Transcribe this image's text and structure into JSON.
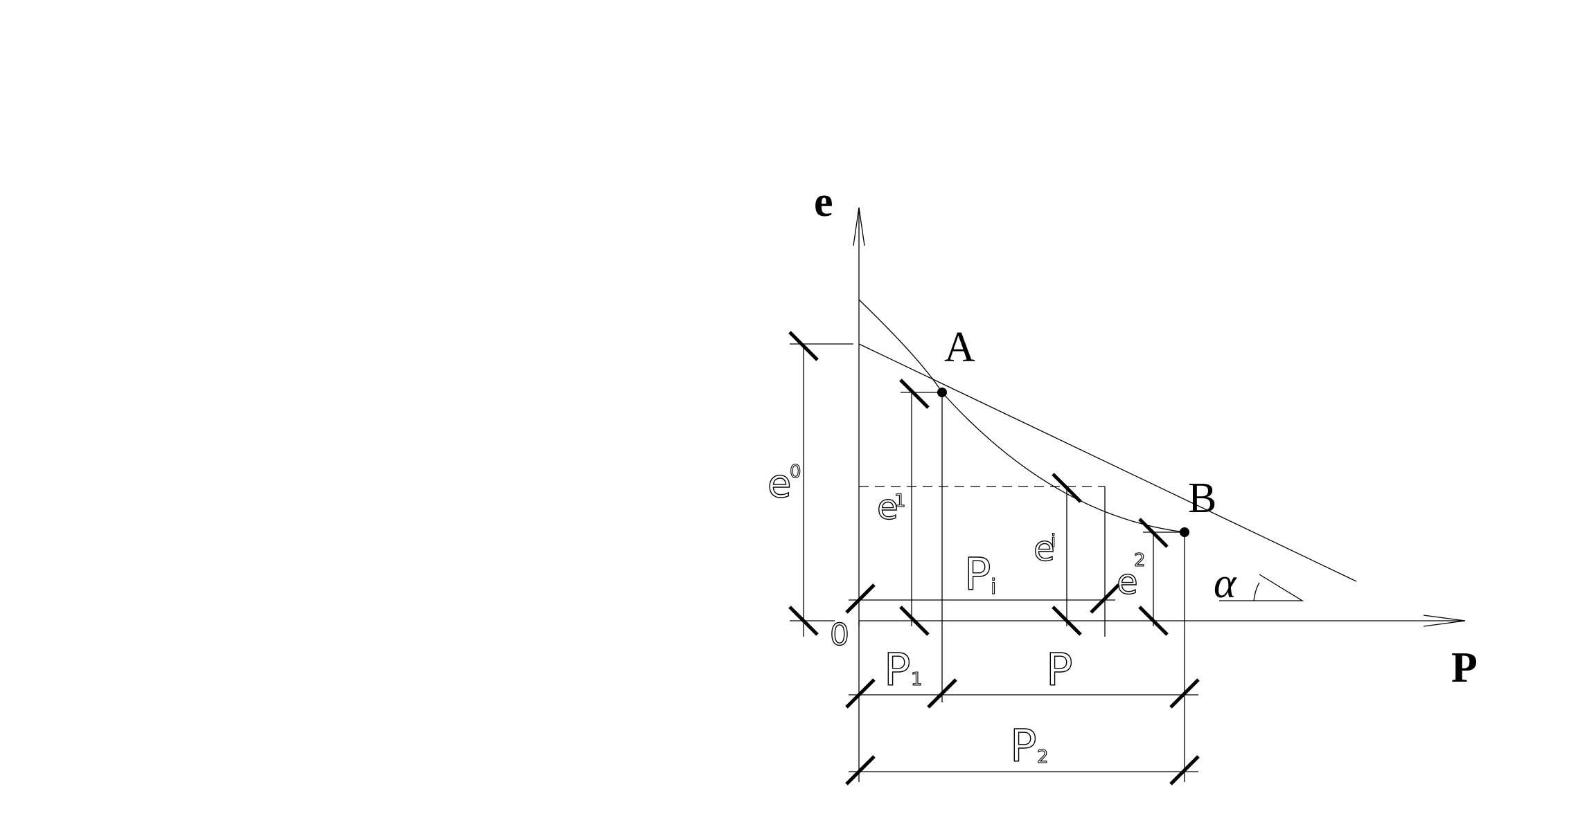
{
  "diagram": {
    "axis_labels": {
      "vertical": "e",
      "horizontal": "P"
    },
    "points": {
      "a": "A",
      "b": "B"
    },
    "angle_label": "α",
    "origin_label": "0",
    "labels": {
      "e0_main": "e",
      "e0_sub": "0",
      "e1_main": "e",
      "e1_sub": "1",
      "ei_main": "e",
      "ei_sub": "i",
      "e2_main": "e",
      "e2_sub": "2",
      "pi_main": "P",
      "pi_sub": "i",
      "p1_main": "P",
      "p1_sub": "1",
      "p_main": "P",
      "p2_main": "P",
      "p2_sub": "2"
    }
  }
}
